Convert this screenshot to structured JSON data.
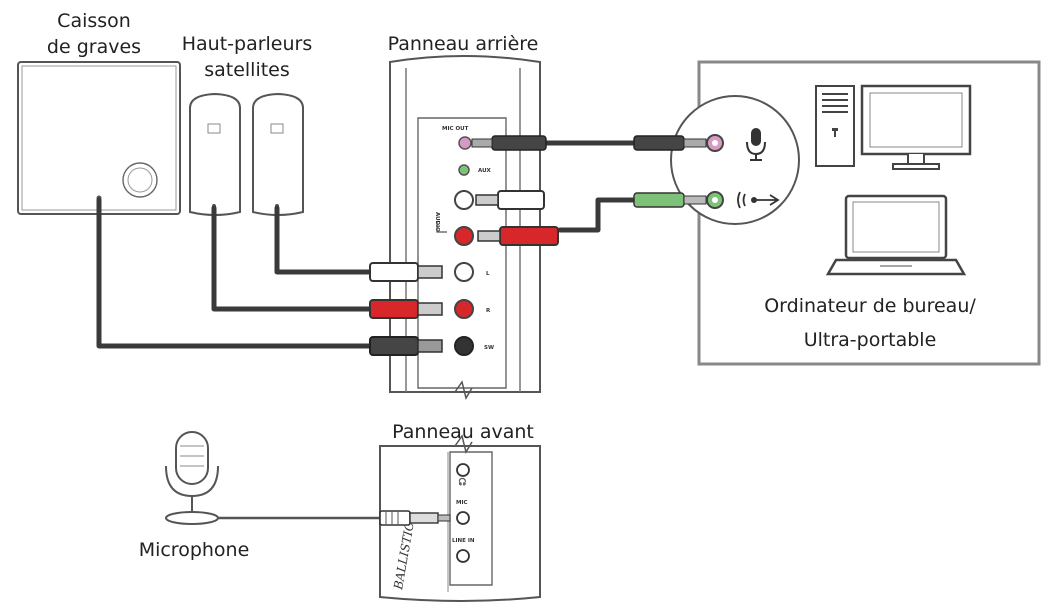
{
  "labels": {
    "subwoofer": [
      "Caisson",
      "de graves"
    ],
    "satellites": [
      "Haut-parleurs",
      "satellites"
    ],
    "rear_panel": "Panneau arrière",
    "front_panel": "Panneau avant",
    "computer": [
      "Ordinateur de bureau/",
      "Ultra-portable"
    ],
    "microphone": "Microphone"
  },
  "rear_ports": {
    "mic_out": "MIC OUT",
    "aux": "AUX",
    "audio": "AUDIO",
    "left": "L",
    "right": "R",
    "sub": "SW"
  },
  "front_ports": {
    "mic": "MIC",
    "line_in": "LINE IN",
    "brand": "BALLISTIC"
  },
  "colors": {
    "red": "#d8272b",
    "green": "#7ec27a",
    "pink": "#d79ac4",
    "dark_plug": "#454545",
    "box_border": "#888888"
  },
  "icons": [
    "microphone-icon",
    "audio-out-icon",
    "headphone-icon",
    "tower-pc-icon",
    "monitor-icon",
    "laptop-icon"
  ]
}
